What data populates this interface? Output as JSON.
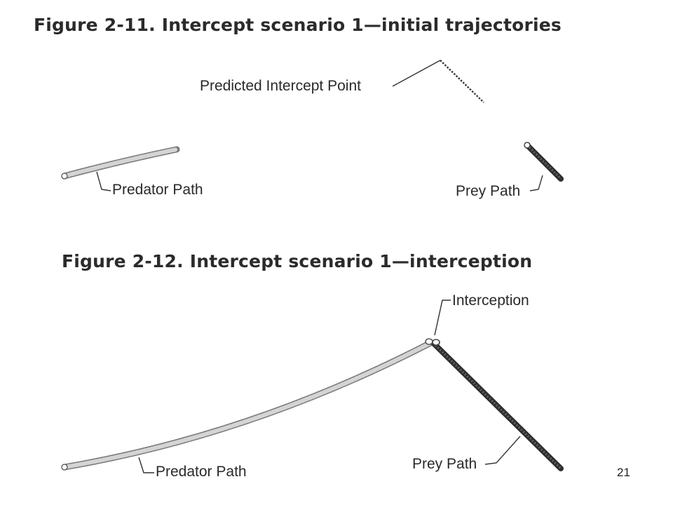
{
  "figures": [
    {
      "title": "Figure 2-11. Intercept scenario 1—initial trajectories",
      "labels": {
        "predicted_intercept": "Predicted Intercept Point",
        "predator": "Predator Path",
        "prey": "Prey Path"
      }
    },
    {
      "title": "Figure 2-12. Intercept scenario 1—interception",
      "labels": {
        "interception": "Interception",
        "predator": "Predator Path",
        "prey": "Prey Path"
      }
    }
  ],
  "page_number": "21",
  "colors": {
    "title_text": "#2b2b2b",
    "predator_path": "#9a9a9a",
    "prey_path": "#3a3a3a",
    "leader_line": "#333333"
  }
}
